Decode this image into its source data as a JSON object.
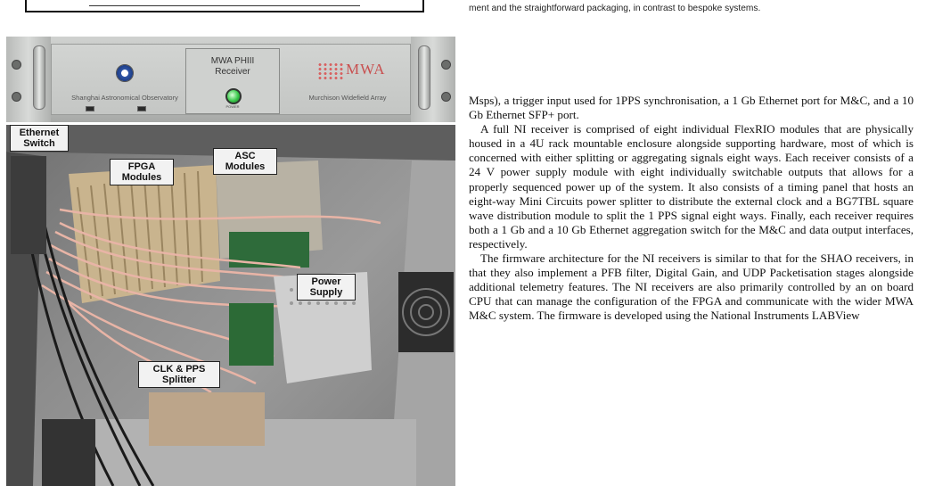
{
  "prev_caption": "ment and the straightforward packaging, in contrast to bespoke systems.",
  "figure": {
    "panel": {
      "center_title_line1": "MWA PHIII",
      "center_title_line2": "Receiver",
      "power_label": "POWER",
      "left_org": "Shanghai Astronomical Observatory",
      "right_org": "Murchison Widefield Array",
      "mwa_logo_text": "MWA"
    },
    "labels": {
      "ethernet_switch_1": "Ethernet",
      "ethernet_switch_2": "Switch",
      "fpga_1": "FPGA",
      "fpga_2": "Modules",
      "asc_1": "ASC",
      "asc_2": "Modules",
      "power_1": "Power",
      "power_2": "Supply",
      "clk_1": "CLK & PPS",
      "clk_2": "Splitter"
    }
  },
  "body": {
    "p1": "Msps), a trigger input used for 1PPS synchronisation, a 1 Gb Ethernet port for M&C, and a 10 Gb Ethernet SFP+ port.",
    "p2": "A full NI receiver is comprised of eight individual FlexRIO modules that are physically housed in a 4U rack mountable enclosure alongside supporting hardware, most of which is concerned with either splitting or aggregating signals eight ways. Each receiver consists of a 24 V power supply module with eight individually switchable outputs that allows for a properly sequenced power up of the system. It also consists of a timing panel that hosts an eight-way Mini Circuits power splitter to distribute the external clock and a BG7TBL square wave distribution module to split the 1 PPS signal eight ways. Finally, each receiver requires both a 1 Gb and a 10 Gb Ethernet aggregation switch for the M&C and data output interfaces, respectively.",
    "p3": "The firmware architecture for the NI receivers is similar to that for the SHAO receivers, in that they also implement a PFB filter, Digital Gain, and UDP Packetisation stages alongside additional telemetry features. The NI receivers are also primarily controlled by an on board CPU that can manage the configuration of the FPGA and communicate with the wider MWA M&C system. The firmware is developed using the National Instruments LABView"
  },
  "colors": {
    "label_bg": "#f2f2f2",
    "power_led": "#39c94a",
    "mwa_red": "#c85050",
    "cable_pink": "#e8b4a6"
  }
}
